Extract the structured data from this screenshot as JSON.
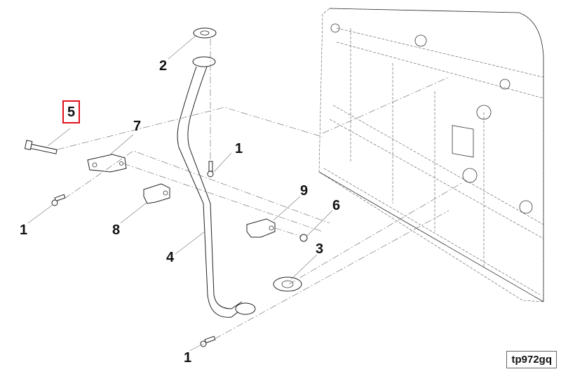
{
  "diagram": {
    "type": "exploded-parts-view",
    "reference_code": "tp972gq",
    "highlight_color": "#e0101a",
    "highlighted_callout": "5",
    "callouts": [
      {
        "id": "c5",
        "label": "5",
        "highlighted": true
      },
      {
        "id": "c7",
        "label": "7",
        "highlighted": false
      },
      {
        "id": "c2",
        "label": "2",
        "highlighted": false
      },
      {
        "id": "c1a",
        "label": "1",
        "highlighted": false
      },
      {
        "id": "c1b",
        "label": "1",
        "highlighted": false
      },
      {
        "id": "c8",
        "label": "8",
        "highlighted": false
      },
      {
        "id": "c4",
        "label": "4",
        "highlighted": false
      },
      {
        "id": "c9",
        "label": "9",
        "highlighted": false
      },
      {
        "id": "c6",
        "label": "6",
        "highlighted": false
      },
      {
        "id": "c3",
        "label": "3",
        "highlighted": false
      },
      {
        "id": "c1c",
        "label": "1",
        "highlighted": false
      }
    ]
  }
}
